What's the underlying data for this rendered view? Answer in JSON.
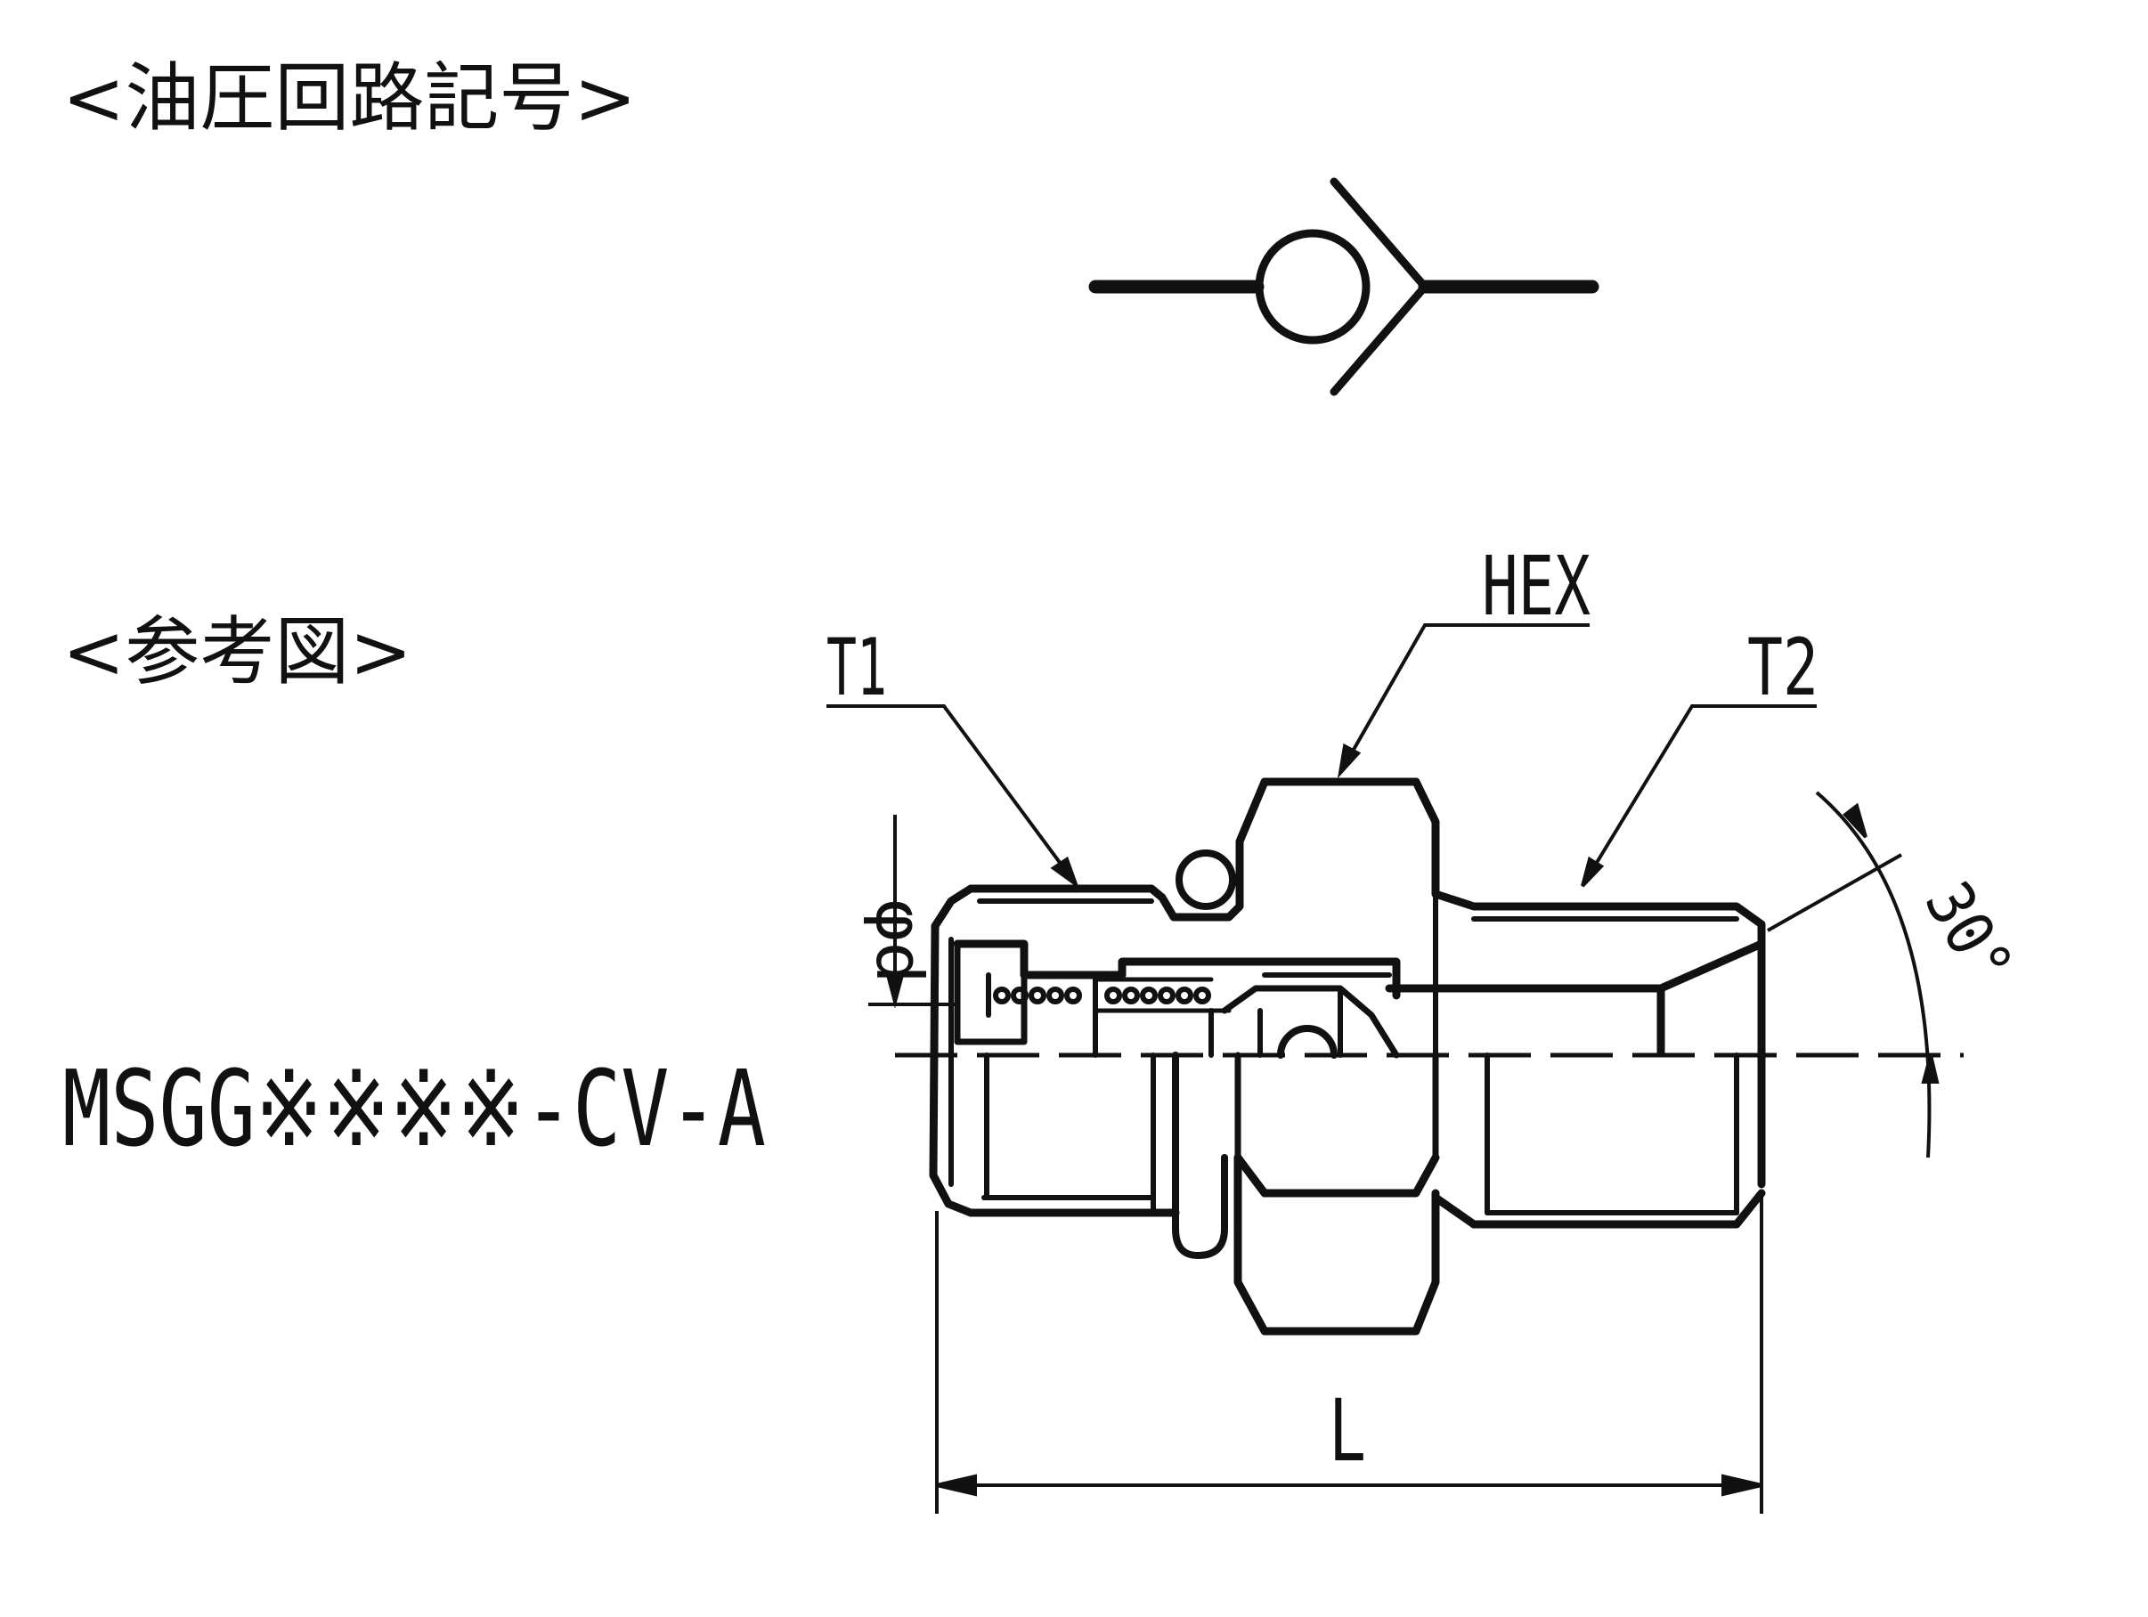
{
  "headings": {
    "symbol_section": "<油圧回路記号>",
    "reference_section": "<参考図>"
  },
  "model_number": "MSGG※※※※-CV-A",
  "labels": {
    "t1": "T1",
    "hex": "HEX",
    "t2": "T2",
    "bore": "φd",
    "angle": "30°",
    "length": "L"
  },
  "colors": {
    "ink": "#111111",
    "background": "#ffffff"
  }
}
